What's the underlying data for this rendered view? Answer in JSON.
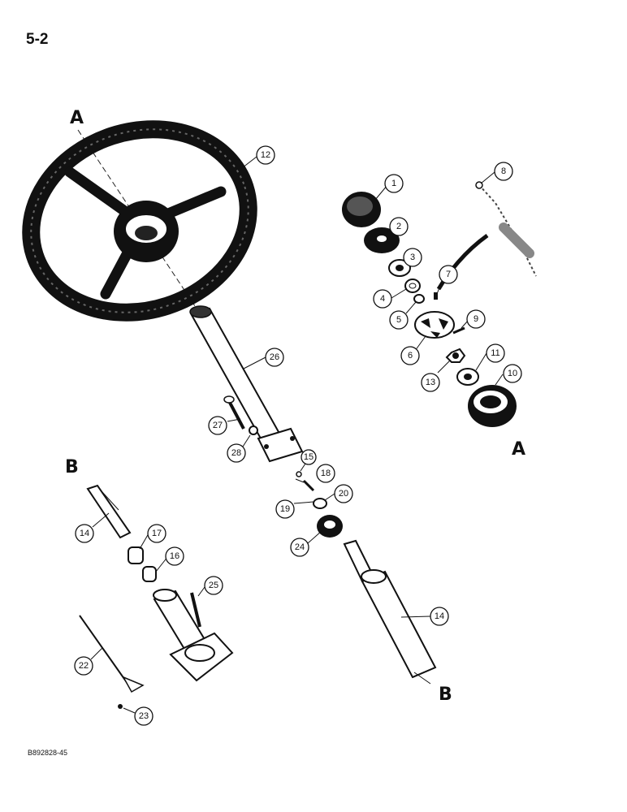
{
  "page_number": "5-2",
  "figure_code": "B892828-45",
  "reference_letters": [
    "A",
    "A",
    "B",
    "B"
  ],
  "callouts": [
    "1",
    "2",
    "3",
    "4",
    "5",
    "6",
    "7",
    "8",
    "9",
    "10",
    "11",
    "12",
    "13",
    "14",
    "14",
    "15",
    "16",
    "17",
    "18",
    "19",
    "20",
    "22",
    "23",
    "24",
    "25",
    "26",
    "27",
    "28"
  ]
}
